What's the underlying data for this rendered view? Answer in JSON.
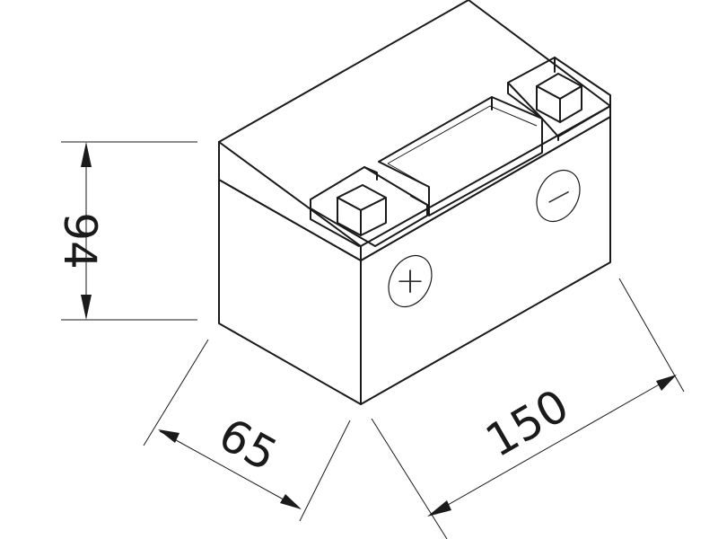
{
  "dimensions": {
    "height": {
      "value": "94"
    },
    "depth": {
      "value": "65"
    },
    "length": {
      "value": "150"
    }
  },
  "terminals": {
    "positive": {
      "symbol": "+"
    },
    "negative": {
      "symbol": "−"
    }
  }
}
